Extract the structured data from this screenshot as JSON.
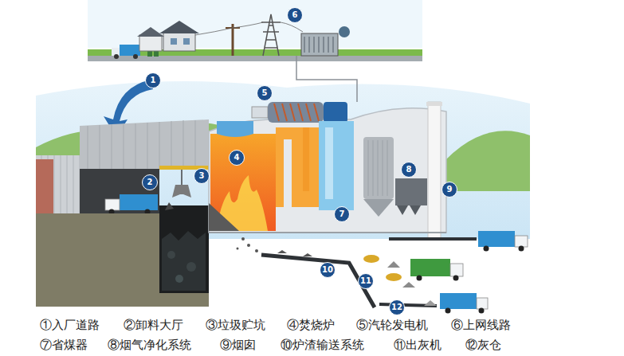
{
  "diagram": {
    "labels": [
      "1",
      "2",
      "3",
      "4",
      "5",
      "6",
      "7",
      "8",
      "9",
      "10",
      "11",
      "12",
      "①入厂道路",
      "②卸料大厅",
      "③垃圾贮坑",
      "④焚烧炉",
      "⑤汽轮发电机",
      "⑥上网线路",
      "⑦省煤器",
      "⑧烟气净化系统",
      "⑨烟囱",
      "⑩炉渣输送系统",
      "⑪出灰机",
      "⑫灰仓"
    ]
  }
}
